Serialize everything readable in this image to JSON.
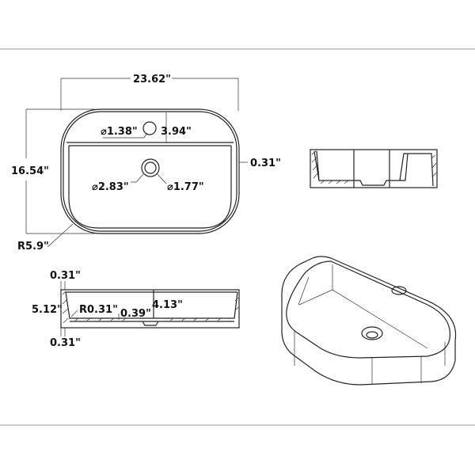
{
  "top_view": {
    "width": "23.62\"",
    "depth": "16.54\"",
    "overflow_dia": "⌀1.38\"",
    "ledge_depth": "3.94\"",
    "drain_outer_dia": "⌀2.83\"",
    "drain_inner_dia": "⌀1.77\"",
    "wall": "0.31\"",
    "corner_radius": "R5.9\""
  },
  "section_view": {
    "rim_thickness": "0.31\"",
    "height": "5.12\"",
    "inner_radius": "R0.31\"",
    "bottom_thickness": "0.39\"",
    "inner_depth": "4.13\"",
    "base_thickness": "0.31\""
  },
  "colors": {
    "line": "#222222",
    "frame": "#999999"
  }
}
